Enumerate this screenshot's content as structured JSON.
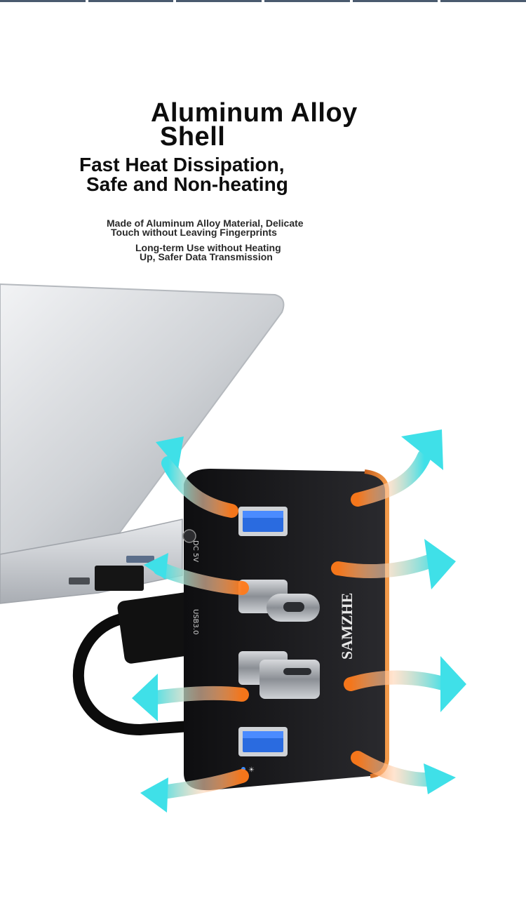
{
  "headline": {
    "title_line1": "Aluminum Alloy",
    "title_line2": "Shell",
    "subtitle_line1": "Fast Heat Dissipation,",
    "subtitle_line2": "Safe and Non-heating",
    "desc_line1": "Made of Aluminum Alloy Material, Delicate",
    "desc_line2": "Touch without Leaving Fingerprints",
    "desc_line3": "Long-term Use without Heating",
    "desc_line4": "Up, Safer Data Transmission"
  },
  "product": {
    "brand": "SAMZHE",
    "side_label_dc": "DC 5V",
    "side_label_usb": "USB3.0"
  },
  "colors": {
    "hub_body": "#1a1a1c",
    "hub_edge": "#e07a2a",
    "arrow_hot": "#ff8a2a",
    "arrow_cool": "#3fe0e8",
    "usb_port_blue": "#2a6be0"
  }
}
